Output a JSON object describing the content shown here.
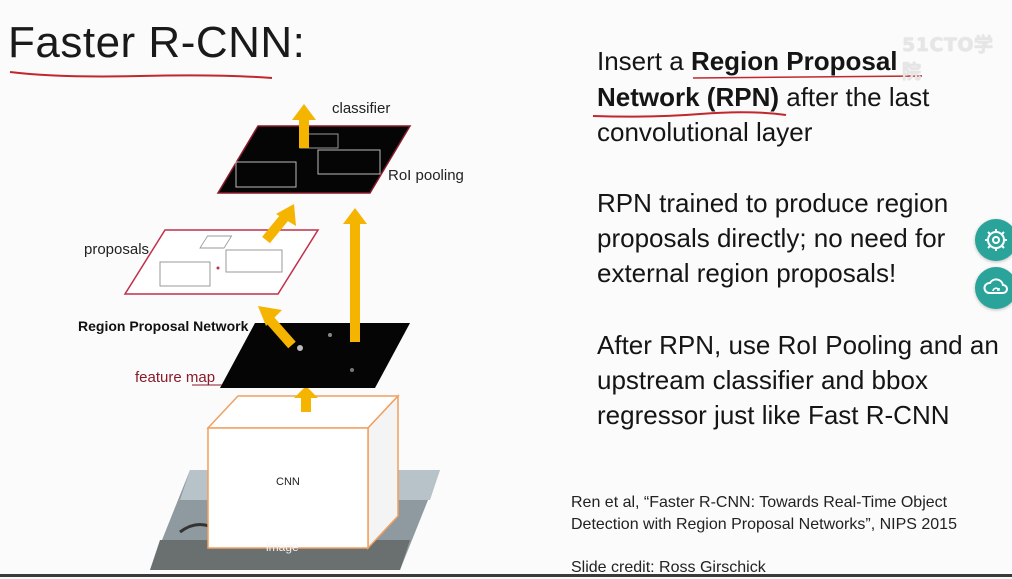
{
  "slide": {
    "title": "Faster R-CNN:",
    "watermark": "51CTO学院",
    "bullets": {
      "b1_l1_pre": "Insert a ",
      "b1_l1_bold": "Region Proposal",
      "b1_l2_bold": "Network (RPN)",
      "b1_l2_post": " after the last",
      "b1_l3": "convolutional layer",
      "b2_l1": "RPN trained to produce region",
      "b2_l2": "proposals directly; no need for",
      "b2_l3": "external region proposals!",
      "b3_l1": "After RPN, use RoI Pooling and an",
      "b3_l2": "upstream classifier and bbox",
      "b3_l3": "regressor just like Fast R-CNN"
    },
    "reference": {
      "line1": "Ren et al, “Faster R-CNN: Towards Real-Time Object",
      "line2": "Detection with Region Proposal Networks”, NIPS 2015",
      "credit": "Slide credit: Ross Girschick"
    }
  },
  "diagram": {
    "labels": {
      "classifier": "classifier",
      "roi_pooling": "RoI pooling",
      "proposals": "proposals",
      "rpn": "Region Proposal Network",
      "feature_map": "feature map",
      "cnn": "CNN",
      "image": "image"
    },
    "colors": {
      "arrow": "#f5b400",
      "annotation_red": "#8b1a2b",
      "cube_outline": "#f0a060",
      "proposals_border": "#c0304a"
    }
  },
  "side_buttons": {
    "icons": [
      "gear-icon",
      "cloud-refresh-icon"
    ],
    "color": "#2aa39a"
  }
}
